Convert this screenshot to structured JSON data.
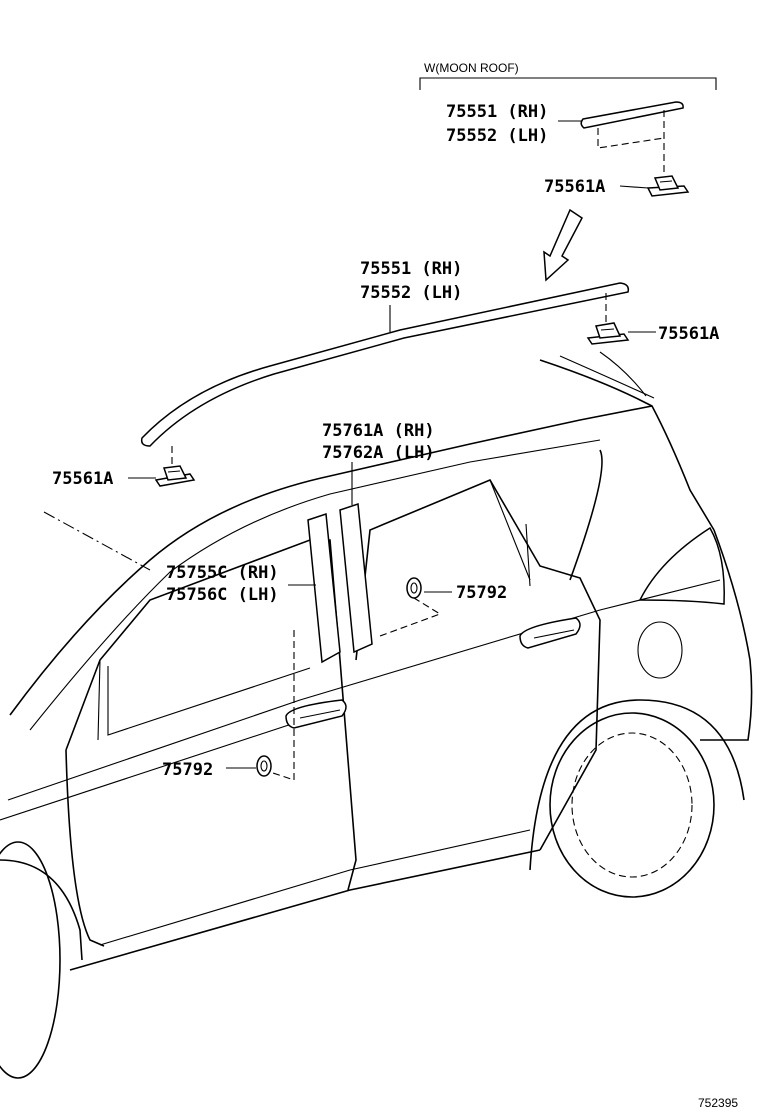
{
  "variant_heading": "W(MOON ROOF)",
  "labels": {
    "moonroof_rh": "75551 (RH)",
    "moonroof_lh": "75552 (LH)",
    "moonroof_clip": "75561A",
    "roof_rh": "75551 (RH)",
    "roof_lh": "75552 (LH)",
    "roof_clip_rear": "75561A",
    "roof_clip_front": "75561A",
    "rear_pillar_rh": "75761A (RH)",
    "rear_pillar_lh": "75762A (LH)",
    "front_pillar_rh": "75755C (RH)",
    "front_pillar_lh": "75756C (LH)",
    "clip_rear_door": "75792",
    "clip_front_door": "75792"
  },
  "figure_code": "752395"
}
